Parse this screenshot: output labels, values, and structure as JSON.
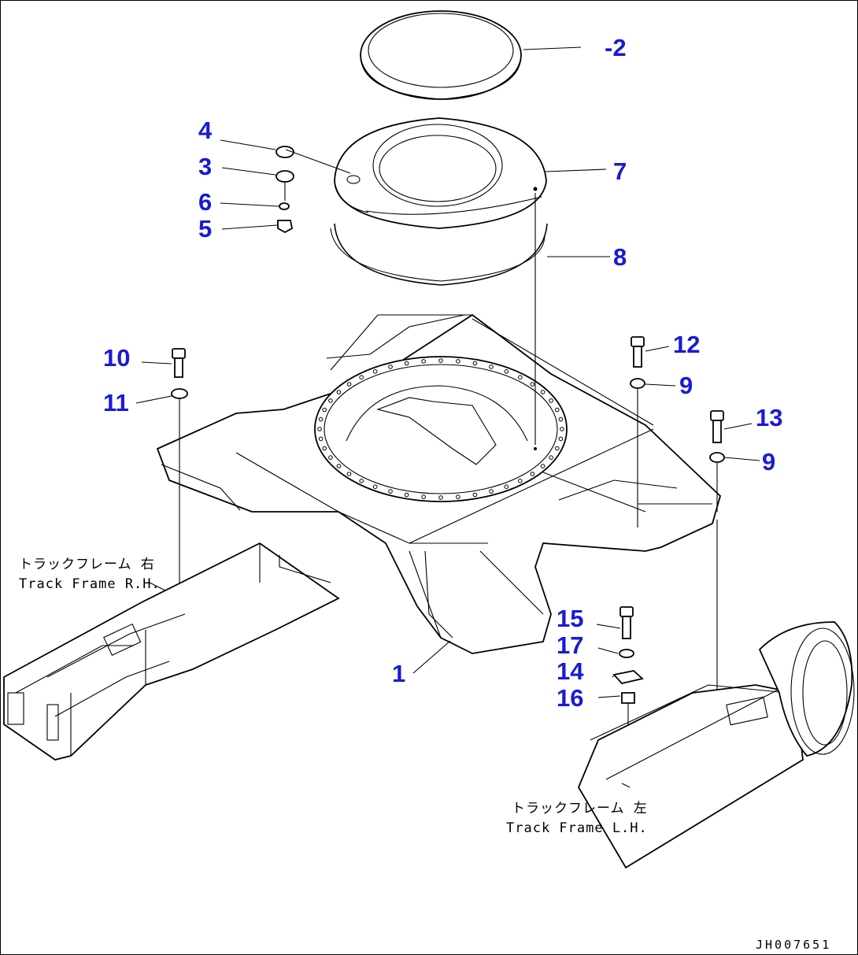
{
  "callouts": [
    {
      "id": "2",
      "label": "-2"
    },
    {
      "id": "4",
      "label": "4"
    },
    {
      "id": "3",
      "label": "3"
    },
    {
      "id": "6",
      "label": "6"
    },
    {
      "id": "5",
      "label": "5"
    },
    {
      "id": "7",
      "label": "7"
    },
    {
      "id": "8",
      "label": "8"
    },
    {
      "id": "10",
      "label": "10"
    },
    {
      "id": "11",
      "label": "11"
    },
    {
      "id": "12",
      "label": "12"
    },
    {
      "id": "9a",
      "label": "9"
    },
    {
      "id": "13",
      "label": "13"
    },
    {
      "id": "9b",
      "label": "9"
    },
    {
      "id": "15",
      "label": "15"
    },
    {
      "id": "17",
      "label": "17"
    },
    {
      "id": "14",
      "label": "14"
    },
    {
      "id": "16",
      "label": "16"
    },
    {
      "id": "1",
      "label": "1"
    }
  ],
  "notes": {
    "rh_jp": "トラックフレーム 右",
    "rh_en": "Track Frame R.H.",
    "lh_jp": "トラックフレーム 左",
    "lh_en": "Track Frame L.H."
  },
  "drawing_number": "JH007651",
  "colors": {
    "callout": "#1a1ad6",
    "line": "#000000",
    "background": "#ffffff"
  }
}
